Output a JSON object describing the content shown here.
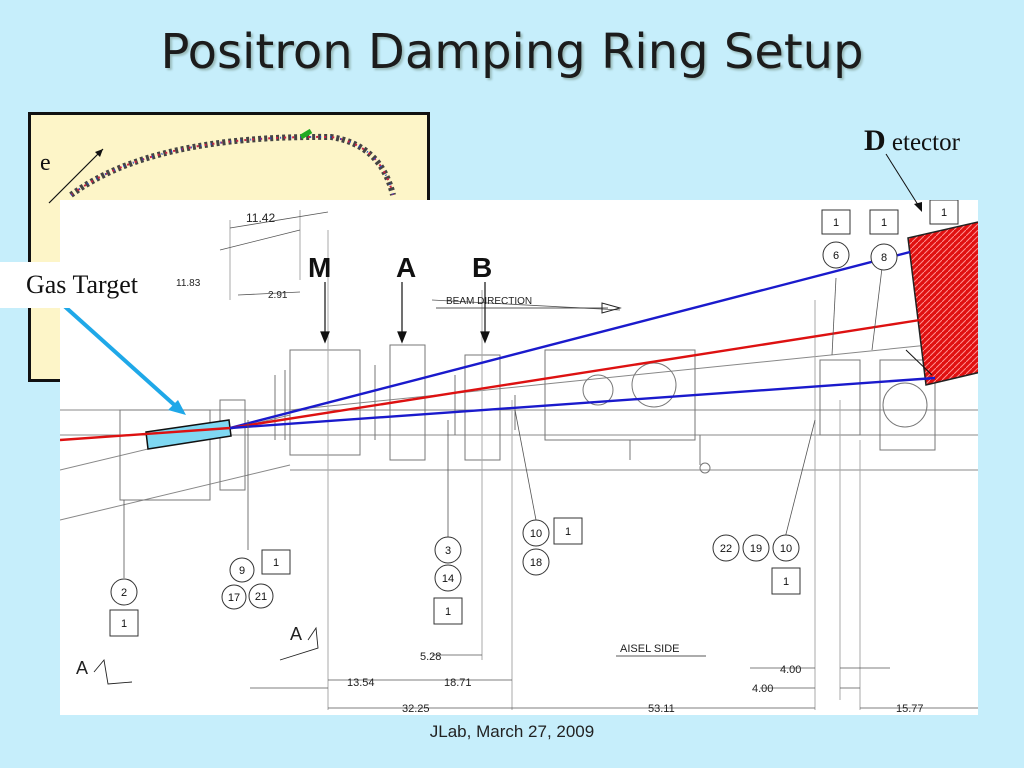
{
  "slide": {
    "title": "Positron Damping Ring Setup",
    "footer": "JLab, March 27, 2009"
  },
  "labels": {
    "e": "e",
    "gas_target": "Gas Target",
    "detector_initial": "D",
    "detector_rest": "etector",
    "M": "M",
    "A": "A",
    "B": "B",
    "beam_direction": "BEAM DIRECTION",
    "aisel_side": "AISEL SIDE",
    "section_a1": "A",
    "section_a2": "A"
  },
  "dimensions": {
    "d_11_42": "11.42",
    "d_11_83": "11.83",
    "d_2_91": "2.91",
    "d_5_28": "5.28",
    "d_13_54": "13.54",
    "d_18_71": "18.71",
    "d_32_25": "32.25",
    "d_53_11": "53.11",
    "d_4_00a": "4.00",
    "d_4_00b": "4.00",
    "d_15_77": "15.77"
  },
  "callouts": {
    "c1": "1",
    "c6": "6",
    "c1b": "1",
    "c8": "8",
    "c1c": "1",
    "c2": "2",
    "c1d": "1",
    "c9": "9",
    "c1e": "1",
    "c17": "17",
    "c21": "21",
    "c3": "3",
    "c14": "14",
    "c1f": "1",
    "c10": "10",
    "c1g": "1",
    "c18": "18",
    "c22": "22",
    "c19": "19",
    "c10b": "10",
    "c1h": "1"
  },
  "colors": {
    "background": "#c6eefb",
    "ring_panel": "#fdf5c8",
    "beam_blue": "#1a1acc",
    "beam_red": "#dd1111",
    "detector_red": "#e01010",
    "target_cyan": "#55ccee",
    "arrow_cyan": "#1fa8e8"
  }
}
